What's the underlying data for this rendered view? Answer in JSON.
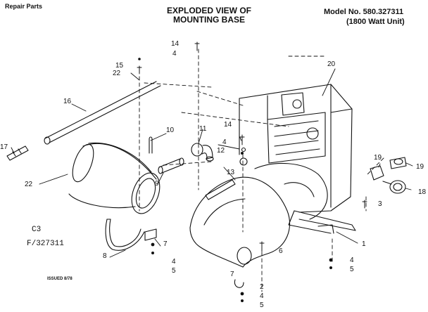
{
  "header": {
    "section": "Repair Parts",
    "title_line1": "EXPLODED VIEW OF",
    "title_line2": "MOUNTING BASE",
    "model_line1": "Model No. 580.327311",
    "model_line2": "(1800 Watt Unit)"
  },
  "footer": {
    "code": "C3",
    "drawing_no": "F/327311",
    "issued": "ISSUED 8/78"
  },
  "callouts": {
    "c1": "1",
    "c2": "2",
    "c3": "3",
    "c4a": "4",
    "c4b": "4",
    "c4c": "4",
    "c4d": "4",
    "c4e": "4",
    "c5a": "5",
    "c5b": "5",
    "c5c": "5",
    "c6": "6",
    "c7a": "7",
    "c7b": "7",
    "c8": "8",
    "c9": "9",
    "c10": "10",
    "c11": "11",
    "c12": "12",
    "c13": "13",
    "c14a": "14",
    "c14b": "14",
    "c15": "15",
    "c16": "16",
    "c17": "17",
    "c18": "18",
    "c19a": "19",
    "c19b": "19",
    "c20": "20",
    "c22a": "22",
    "c22b": "22"
  },
  "colors": {
    "ink": "#111111",
    "paper": "#ffffff"
  }
}
